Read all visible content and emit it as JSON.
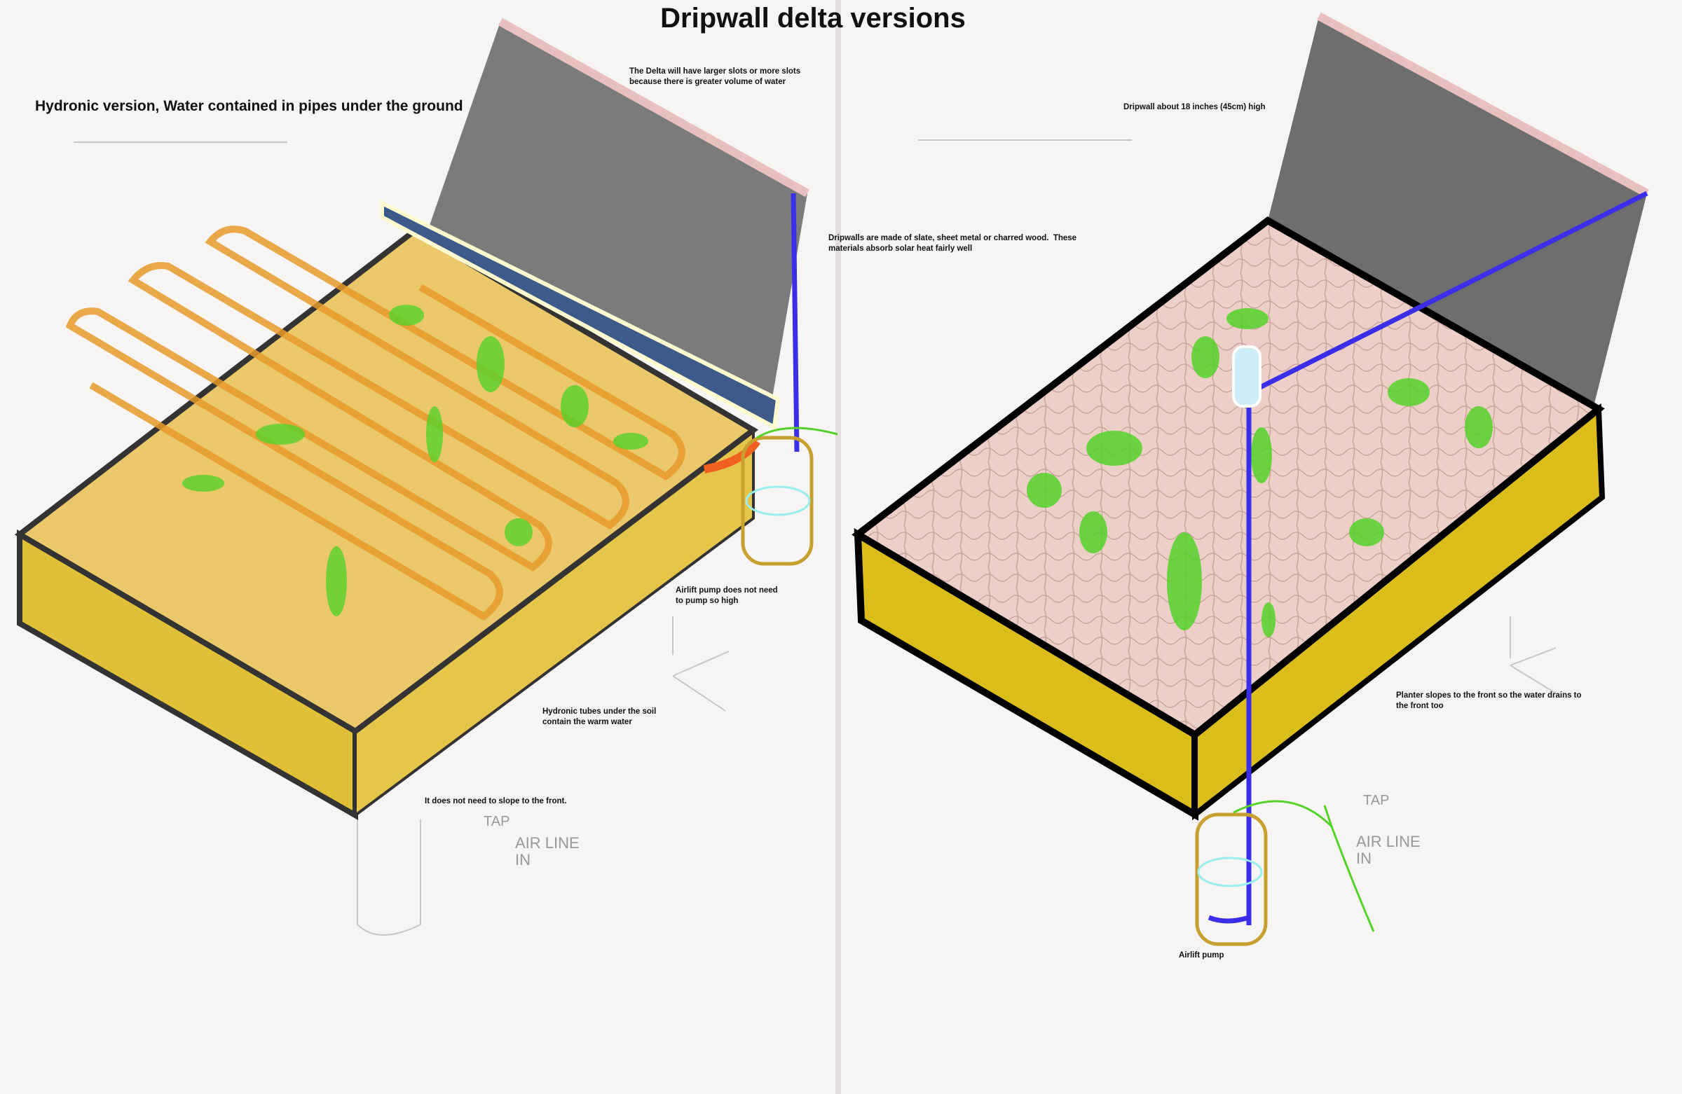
{
  "title": "Dripwall delta  versions",
  "left_panel": {
    "heading": "Hydronic version,  Water contained in pipes under the ground",
    "notes": {
      "delta_slots": "The Delta will have larger slots or more slots\nbecause there is greater volume of water",
      "airlift_height": "Airlift pump does not need\nto pump so high",
      "hydronic_tubes": "Hydronic tubes under the soil\ncontain the warm water",
      "no_slope": "It does not need to slope to the front."
    },
    "sketch_labels": {
      "tap": "TAP",
      "air_line": "AIR LINE\nIN"
    }
  },
  "right_panel": {
    "notes": {
      "dripwall_height": "Dripwall about 18 inches (45cm) high",
      "materials": "Dripwalls are made of slate, sheet metal or charred wood.  These\nmaterials absorb solar heat fairly well",
      "planter_slope": "Planter slopes to the front so the water drains to\nthe front too",
      "airlift_pump": "Airlift pump"
    },
    "sketch_labels": {
      "tap": "TAP",
      "air_line": "AIR LINE\nIN"
    }
  },
  "colors": {
    "planter_wood": "#e0c036",
    "soil": "#e8c8c0",
    "dripwall": "#777777",
    "dripwall_top": "#e8c0c0",
    "pipe": "#3b2ee8",
    "hydronic_tube": "#e89a2a",
    "plants": "#55d22a",
    "jar": "#c8a030"
  }
}
